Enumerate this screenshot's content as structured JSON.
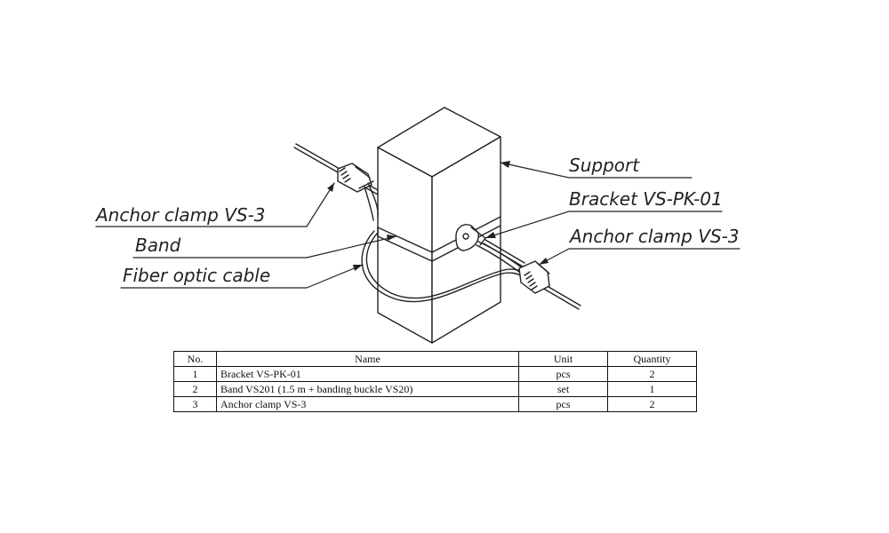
{
  "labels": {
    "support": "Support",
    "bracket": "Bracket VS-PK-01",
    "anchor_right": "Anchor clamp VS-3",
    "anchor_left": "Anchor clamp VS-3",
    "band": "Band",
    "fiber": "Fiber optic cable"
  },
  "table": {
    "headers": {
      "no": "No.",
      "name": "Name",
      "unit": "Unit",
      "qty": "Quantity"
    },
    "rows": [
      {
        "no": "1",
        "name": "Bracket VS-PK-01",
        "unit": "pcs",
        "qty": "2"
      },
      {
        "no": "2",
        "name": "Band VS201 (1.5 m + banding buckle VS20)",
        "unit": "set",
        "qty": "1"
      },
      {
        "no": "3",
        "name": "Anchor clamp VS-3",
        "unit": "pcs",
        "qty": "2"
      }
    ]
  },
  "colors": {
    "line": "#222222",
    "background": "#ffffff"
  }
}
